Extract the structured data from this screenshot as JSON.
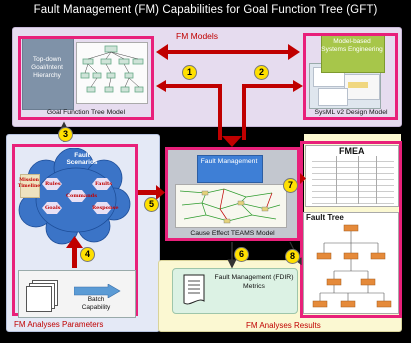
{
  "title": "Fault Management (FM) Capabilities for Goal Function Tree (GFT)",
  "fm_models": {
    "label": "FM Models",
    "topdown": "Top-down Goal/Intent Hierarchy",
    "gft_model": "Goal Function Tree Model",
    "mbse": "Model-based Systems Engineering",
    "sysml": "SysML v2 Design Model"
  },
  "center": {
    "fault_management": "Fault Management",
    "teams": "Cause Effect TEAMS Model"
  },
  "params": {
    "fault_scenarios": "Fault Scenarios",
    "mission_timeline": "Mission Timeline",
    "hex_labels": [
      "Rules",
      "Faults",
      "Goals",
      "Response",
      "Commands"
    ],
    "batch": "Batch Capability",
    "label": "FM Analyses Parameters"
  },
  "results": {
    "fmea": "FMEA",
    "fault_tree": "Fault Tree",
    "metrics": "Fault Management (FDIR) Metrics",
    "label": "FM Analyses Results"
  },
  "badges": [
    "1",
    "2",
    "3",
    "4",
    "5",
    "6",
    "7",
    "8"
  ],
  "colors": {
    "background": "#000000",
    "title": "#ffffff",
    "fm_models_region": "#e6dcef",
    "params_region": "#e4e9f6",
    "results_region": "#fbf8d2",
    "highlight": "#e8207a",
    "arrow": "#c00000",
    "label_text": "#c00000"
  }
}
